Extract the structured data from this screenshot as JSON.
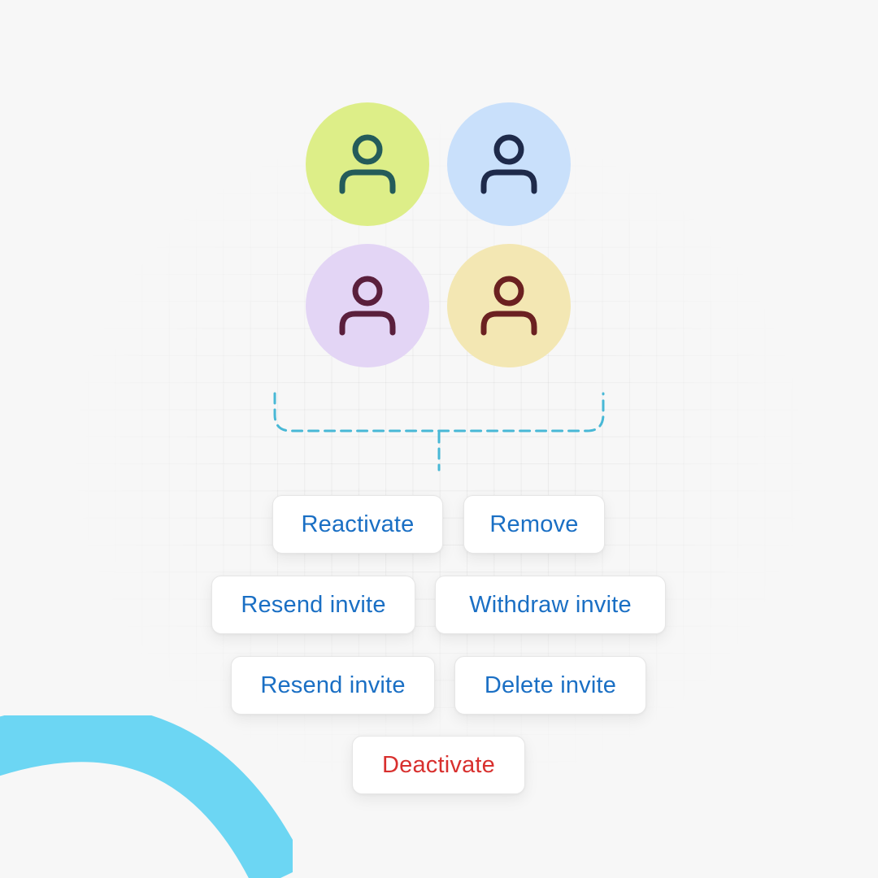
{
  "avatars": [
    {
      "icon": "user-icon",
      "bg": "#ddee88",
      "stroke": "#245c5a"
    },
    {
      "icon": "user-icon",
      "bg": "#c9e0fb",
      "stroke": "#1e2a4a"
    },
    {
      "icon": "user-icon",
      "bg": "#e3d5f5",
      "stroke": "#5a1f3c"
    },
    {
      "icon": "user-icon",
      "bg": "#f3e7b3",
      "stroke": "#6b2121"
    }
  ],
  "actions": {
    "reactivate": "Reactivate",
    "remove": "Remove",
    "resend_invite_1": "Resend invite",
    "withdraw_invite": "Withdraw invite",
    "resend_invite_2": "Resend invite",
    "delete_invite": "Delete invite",
    "deactivate": "Deactivate"
  },
  "colors": {
    "action_text": "#1a6fc4",
    "danger_text": "#d8302e",
    "connector": "#48b8d6",
    "arc": "#6cd6f3"
  }
}
